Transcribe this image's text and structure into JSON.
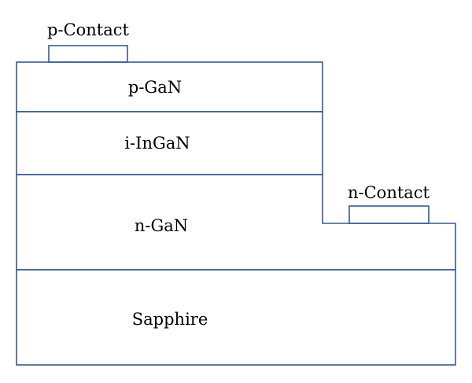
{
  "diagram": {
    "labels": {
      "p_contact": "p-Contact",
      "p_gan": "p-GaN",
      "i_ingan": "i-InGaN",
      "n_gan": "n-GaN",
      "n_contact": "n-Contact",
      "sapphire": "Sapphire"
    },
    "colors": {
      "outline": "#3a5a8c",
      "text": "#000000",
      "background": "#ffffff"
    }
  }
}
